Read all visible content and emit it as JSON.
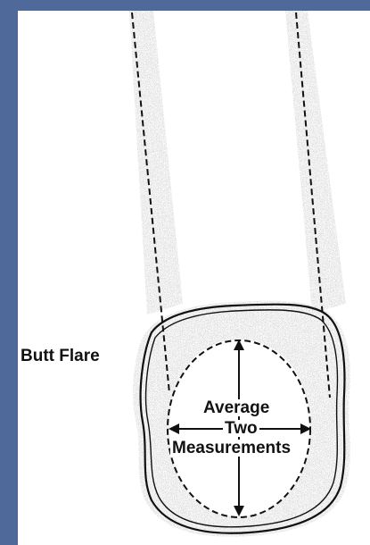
{
  "labels": {
    "butt_flare": "Butt Flare",
    "average": "Average",
    "two": "Two",
    "measurements": "Measurements"
  },
  "colors": {
    "background": "#4f6a9a",
    "panel": "#ffffff",
    "wood": "#8f8f8f",
    "ink": "#111111"
  }
}
